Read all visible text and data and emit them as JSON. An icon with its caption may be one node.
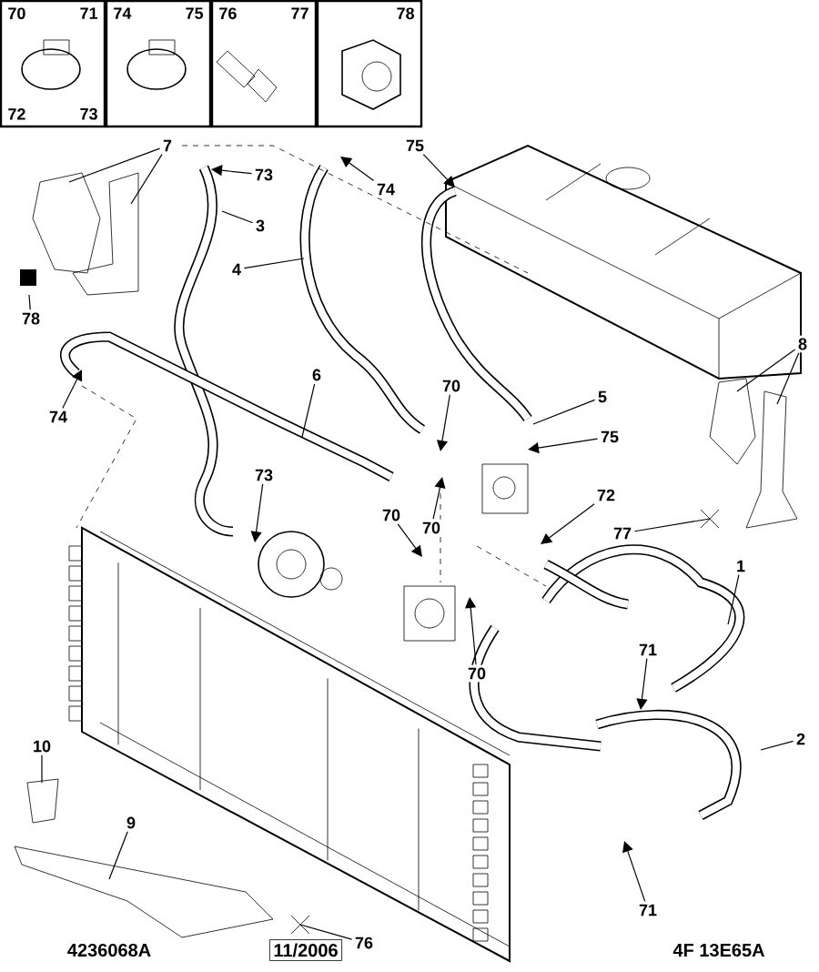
{
  "diagram": {
    "nodes": [
      {
        "text": [
          "70",
          "71",
          "72",
          "73"
        ]
      },
      {
        "text": [
          "74",
          "75"
        ]
      },
      {
        "text": [
          "76",
          "77"
        ]
      },
      {
        "text": [
          "78"
        ]
      },
      {
        "text": [
          "7"
        ]
      },
      {
        "text": [
          "73"
        ]
      },
      {
        "text": [
          "74"
        ]
      },
      {
        "text": [
          "75"
        ]
      },
      {
        "text": [
          "3"
        ]
      },
      {
        "text": [
          "4"
        ]
      },
      {
        "text": [
          "78"
        ]
      },
      {
        "text": [
          "8"
        ]
      },
      {
        "text": [
          "6"
        ]
      },
      {
        "text": [
          "70"
        ]
      },
      {
        "text": [
          "5"
        ]
      },
      {
        "text": [
          "74"
        ]
      },
      {
        "text": [
          "75"
        ]
      },
      {
        "text": [
          "73"
        ]
      },
      {
        "text": [
          "72"
        ]
      },
      {
        "text": [
          "70"
        ]
      },
      {
        "text": [
          "70"
        ]
      },
      {
        "text": [
          "77"
        ]
      },
      {
        "text": [
          "1"
        ]
      },
      {
        "text": [
          "71"
        ]
      },
      {
        "text": [
          "70"
        ]
      },
      {
        "text": [
          "2"
        ]
      },
      {
        "text": [
          "10"
        ]
      },
      {
        "text": [
          "9"
        ]
      },
      {
        "text": [
          "71"
        ]
      },
      {
        "text": [
          "76"
        ]
      }
    ],
    "edges": [
      {
        "from": 4,
        "to": null,
        "arrow": "none"
      },
      {
        "from": 4,
        "to": null,
        "arrow": "none"
      },
      {
        "from": 5,
        "to": null,
        "arrow": "to"
      },
      {
        "from": 6,
        "to": null,
        "arrow": "to"
      },
      {
        "from": 7,
        "to": null,
        "arrow": "to"
      },
      {
        "from": 8,
        "to": null,
        "arrow": "none"
      },
      {
        "from": 9,
        "to": null,
        "arrow": "none"
      },
      {
        "from": 10,
        "to": null,
        "arrow": "none"
      },
      {
        "from": 11,
        "to": null,
        "arrow": "none"
      },
      {
        "from": 11,
        "to": null,
        "arrow": "none"
      },
      {
        "from": 12,
        "to": null,
        "arrow": "none"
      },
      {
        "from": 13,
        "to": null,
        "arrow": "to"
      },
      {
        "from": 14,
        "to": null,
        "arrow": "none"
      },
      {
        "from": 15,
        "to": null,
        "arrow": "to"
      },
      {
        "from": 16,
        "to": null,
        "arrow": "to"
      },
      {
        "from": 17,
        "to": null,
        "arrow": "to"
      },
      {
        "from": 18,
        "to": null,
        "arrow": "to"
      },
      {
        "from": 19,
        "to": null,
        "arrow": "to"
      },
      {
        "from": 20,
        "to": null,
        "arrow": "to"
      },
      {
        "from": 21,
        "to": null,
        "arrow": "none"
      },
      {
        "from": 22,
        "to": null,
        "arrow": "none"
      },
      {
        "from": 23,
        "to": null,
        "arrow": "to"
      },
      {
        "from": 24,
        "to": null,
        "arrow": "to"
      },
      {
        "from": 25,
        "to": null,
        "arrow": "none"
      },
      {
        "from": 26,
        "to": null,
        "arrow": "none"
      },
      {
        "from": 27,
        "to": null,
        "arrow": "none"
      },
      {
        "from": 28,
        "to": null,
        "arrow": "to"
      },
      {
        "from": 29,
        "to": null,
        "arrow": "none"
      }
    ],
    "labels": [
      "4236068A",
      "11/2006",
      "4F 13E65A"
    ]
  }
}
